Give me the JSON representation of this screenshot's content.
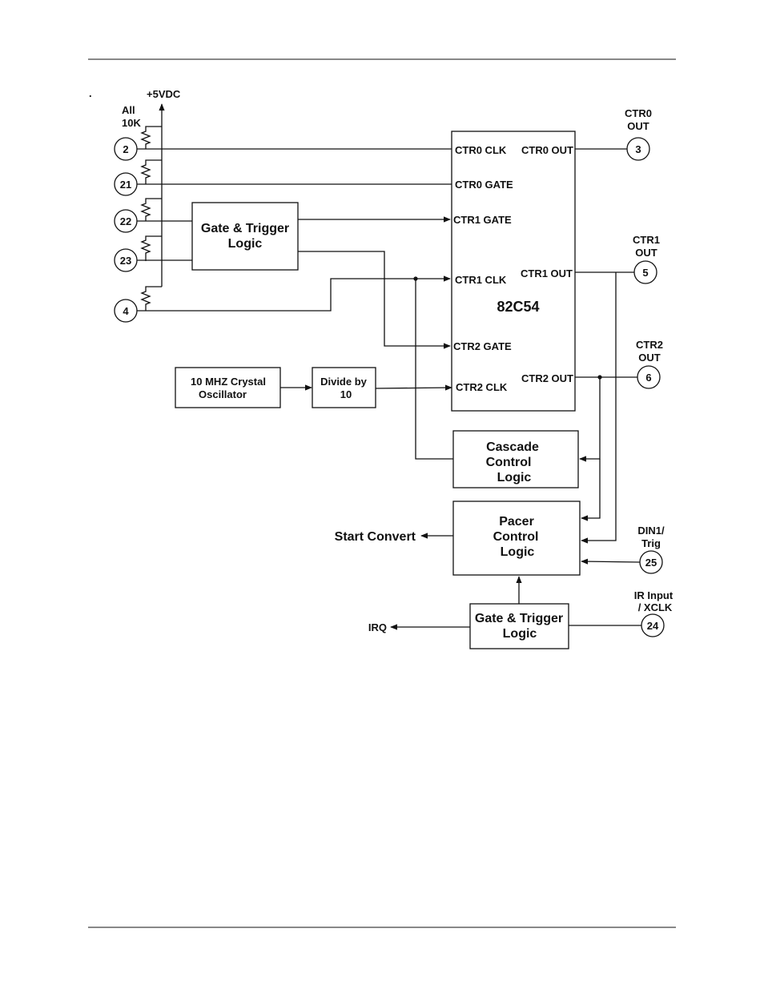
{
  "supply": "+5VDC",
  "resistor_note": [
    "All",
    "10K"
  ],
  "dot_mark": ".",
  "chip": {
    "name": "82C54",
    "ctr0_clk": "CTR0 CLK",
    "ctr0_out": "CTR0 OUT",
    "ctr0_gate": "CTR0 GATE",
    "ctr1_gate": "CTR1 GATE",
    "ctr1_clk": "CTR1 CLK",
    "ctr1_out": "CTR1 OUT",
    "ctr2_gate": "CTR2 GATE",
    "ctr2_clk": "CTR2 CLK",
    "ctr2_out": "CTR2 OUT"
  },
  "pins": {
    "p2": "2",
    "p21": "21",
    "p22": "22",
    "p23": "23",
    "p4": "4",
    "p3": "3",
    "p5": "5",
    "p6": "6",
    "p25": "25",
    "p24": "24"
  },
  "out_labels": {
    "ctr0": [
      "CTR0",
      "OUT"
    ],
    "ctr1": [
      "CTR1",
      "OUT"
    ],
    "ctr2": [
      "CTR2",
      "OUT"
    ],
    "din1": [
      "DIN1/",
      "Trig"
    ],
    "ir": [
      "IR Input",
      "/ XCLK"
    ]
  },
  "blocks": {
    "gate_trigger_top": [
      "Gate & Trigger",
      "Logic"
    ],
    "oscillator": [
      "10 MHZ Crystal",
      "Oscillator"
    ],
    "divider": [
      "Divide by",
      "10"
    ],
    "cascade": [
      "Cascade",
      "Control",
      "Logic"
    ],
    "pacer": [
      "Pacer",
      "Control",
      "Logic"
    ],
    "gate_trigger_bottom": [
      "Gate & Trigger",
      "Logic"
    ]
  },
  "signals": {
    "start_convert": "Start Convert",
    "irq": "IRQ"
  }
}
